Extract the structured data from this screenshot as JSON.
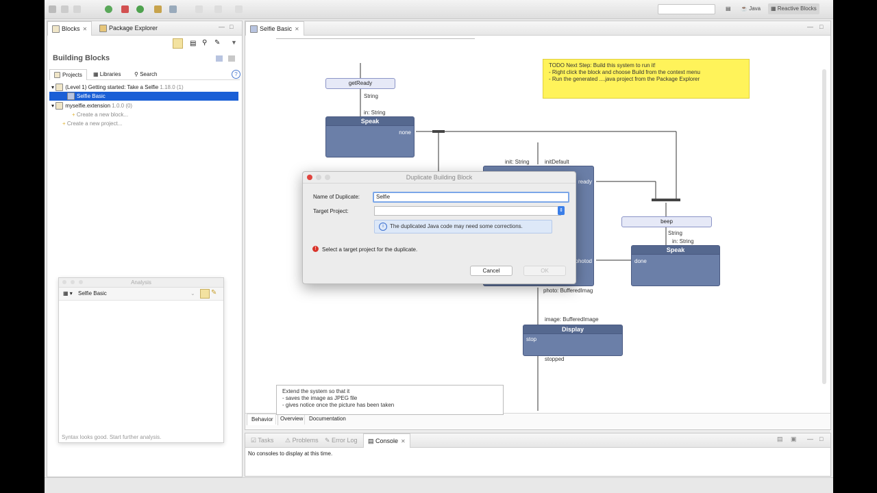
{
  "toolbar": {
    "search_placeholder": "",
    "perspectives": [
      "Java",
      "Reactive Blocks"
    ]
  },
  "left": {
    "tabs": [
      "Blocks",
      "Package Explorer"
    ],
    "title": "Building Blocks",
    "subtabs": [
      "Projects",
      "Libraries",
      "Search"
    ],
    "tree": [
      {
        "label": "(Level 1) Getting started: Take a Selfie",
        "meta": "1.18.0 (1)"
      },
      {
        "label": "Selfie Basic",
        "meta": ""
      },
      {
        "label": "myselfie.extension",
        "meta": "1.0.0 (0)"
      },
      {
        "label": "Create a new block...",
        "meta": ""
      },
      {
        "label": "Create a new project...",
        "meta": ""
      }
    ]
  },
  "analysis": {
    "title": "Analysis",
    "selector": "Selfie Basic",
    "status": "Syntax looks good. Start further analysis."
  },
  "editor": {
    "tab": "Selfie Basic",
    "bottom_tabs": [
      "Behavior",
      "Overview",
      "Documentation"
    ]
  },
  "diagram": {
    "getReady": "getReady",
    "speak1": {
      "title": "Speak",
      "pin": "none",
      "in": "in: String",
      "out": "String"
    },
    "takeSelfie": {
      "pin_top1": "init: String",
      "pin_top2": "initDefault",
      "pin_right1": "ready",
      "pin_right2": "photod",
      "pin_bottom": "photo: BufferedImag"
    },
    "beep": "beep",
    "speak2": {
      "title": "Speak",
      "pin": "done",
      "in": "in: String",
      "out": "String"
    },
    "display": {
      "title": "Display",
      "pin": "stop",
      "in": "image: BufferedImage",
      "out": "stopped"
    },
    "note_lines": [
      "TODO Next Step: Build this system to run it!",
      "- Right click the block and choose Build from the context menu",
      "- Run the generated ....java project from the Package Explorer"
    ],
    "comment_lines": [
      "Extend the system so that it",
      "- saves the image as JPEG file",
      "- gives notice once the picture has been taken"
    ]
  },
  "dialog": {
    "title": "Duplicate Building Block",
    "name_label": "Name of Duplicate:",
    "name_value": "Selfie",
    "target_label": "Target Project:",
    "target_value": "",
    "info": "The duplicated Java code may need some corrections.",
    "error": "Select a target project for the duplicate.",
    "cancel": "Cancel",
    "ok": "OK"
  },
  "console": {
    "tabs": [
      "Tasks",
      "Problems",
      "Error Log",
      "Console"
    ],
    "message": "No consoles to display at this time."
  },
  "colors": {
    "accent": "#1a5fd6",
    "note": "#fff35a",
    "block": "#6b7fa8",
    "error": "#d9342b"
  }
}
